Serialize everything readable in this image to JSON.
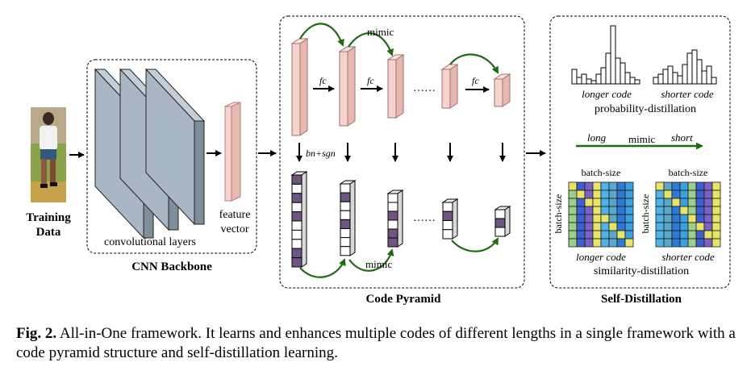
{
  "figure": {
    "input_label_line1": "Training",
    "input_label_line2": "Data",
    "backbone": {
      "title": "CNN Backbone",
      "conv_label": "convolutional layers",
      "feature_label_line1": "feature",
      "feature_label_line2": "vector"
    },
    "pyramid": {
      "title": "Code Pyramid",
      "mimic_top": "mimic",
      "mimic_bottom": "mimic",
      "fc_label": "fc",
      "bn_label": "bn+sgn",
      "ellipsis": "……"
    },
    "self_distillation": {
      "title": "Self-Distillation",
      "longer_code": "longer code",
      "shorter_code": "shorter code",
      "prob_label": "probability-distillation",
      "long_label": "long",
      "mimic_label": "mimic",
      "short_label": "short",
      "batch_size": "batch-size",
      "sim_label": "similarity-distillation"
    }
  },
  "caption": {
    "label": "Fig. 2.",
    "text": " All-in-One framework. It learns and enhances multiple codes of different lengths in a single framework with a code pyramid structure and self-distillation learning."
  },
  "colors": {
    "feature_fill": "#f6d3cc",
    "feature_stroke": "#b08080",
    "conv_fill": "#a9b6c3",
    "code_purple": "#6e5583",
    "mimic_green": "#1f6b12"
  }
}
